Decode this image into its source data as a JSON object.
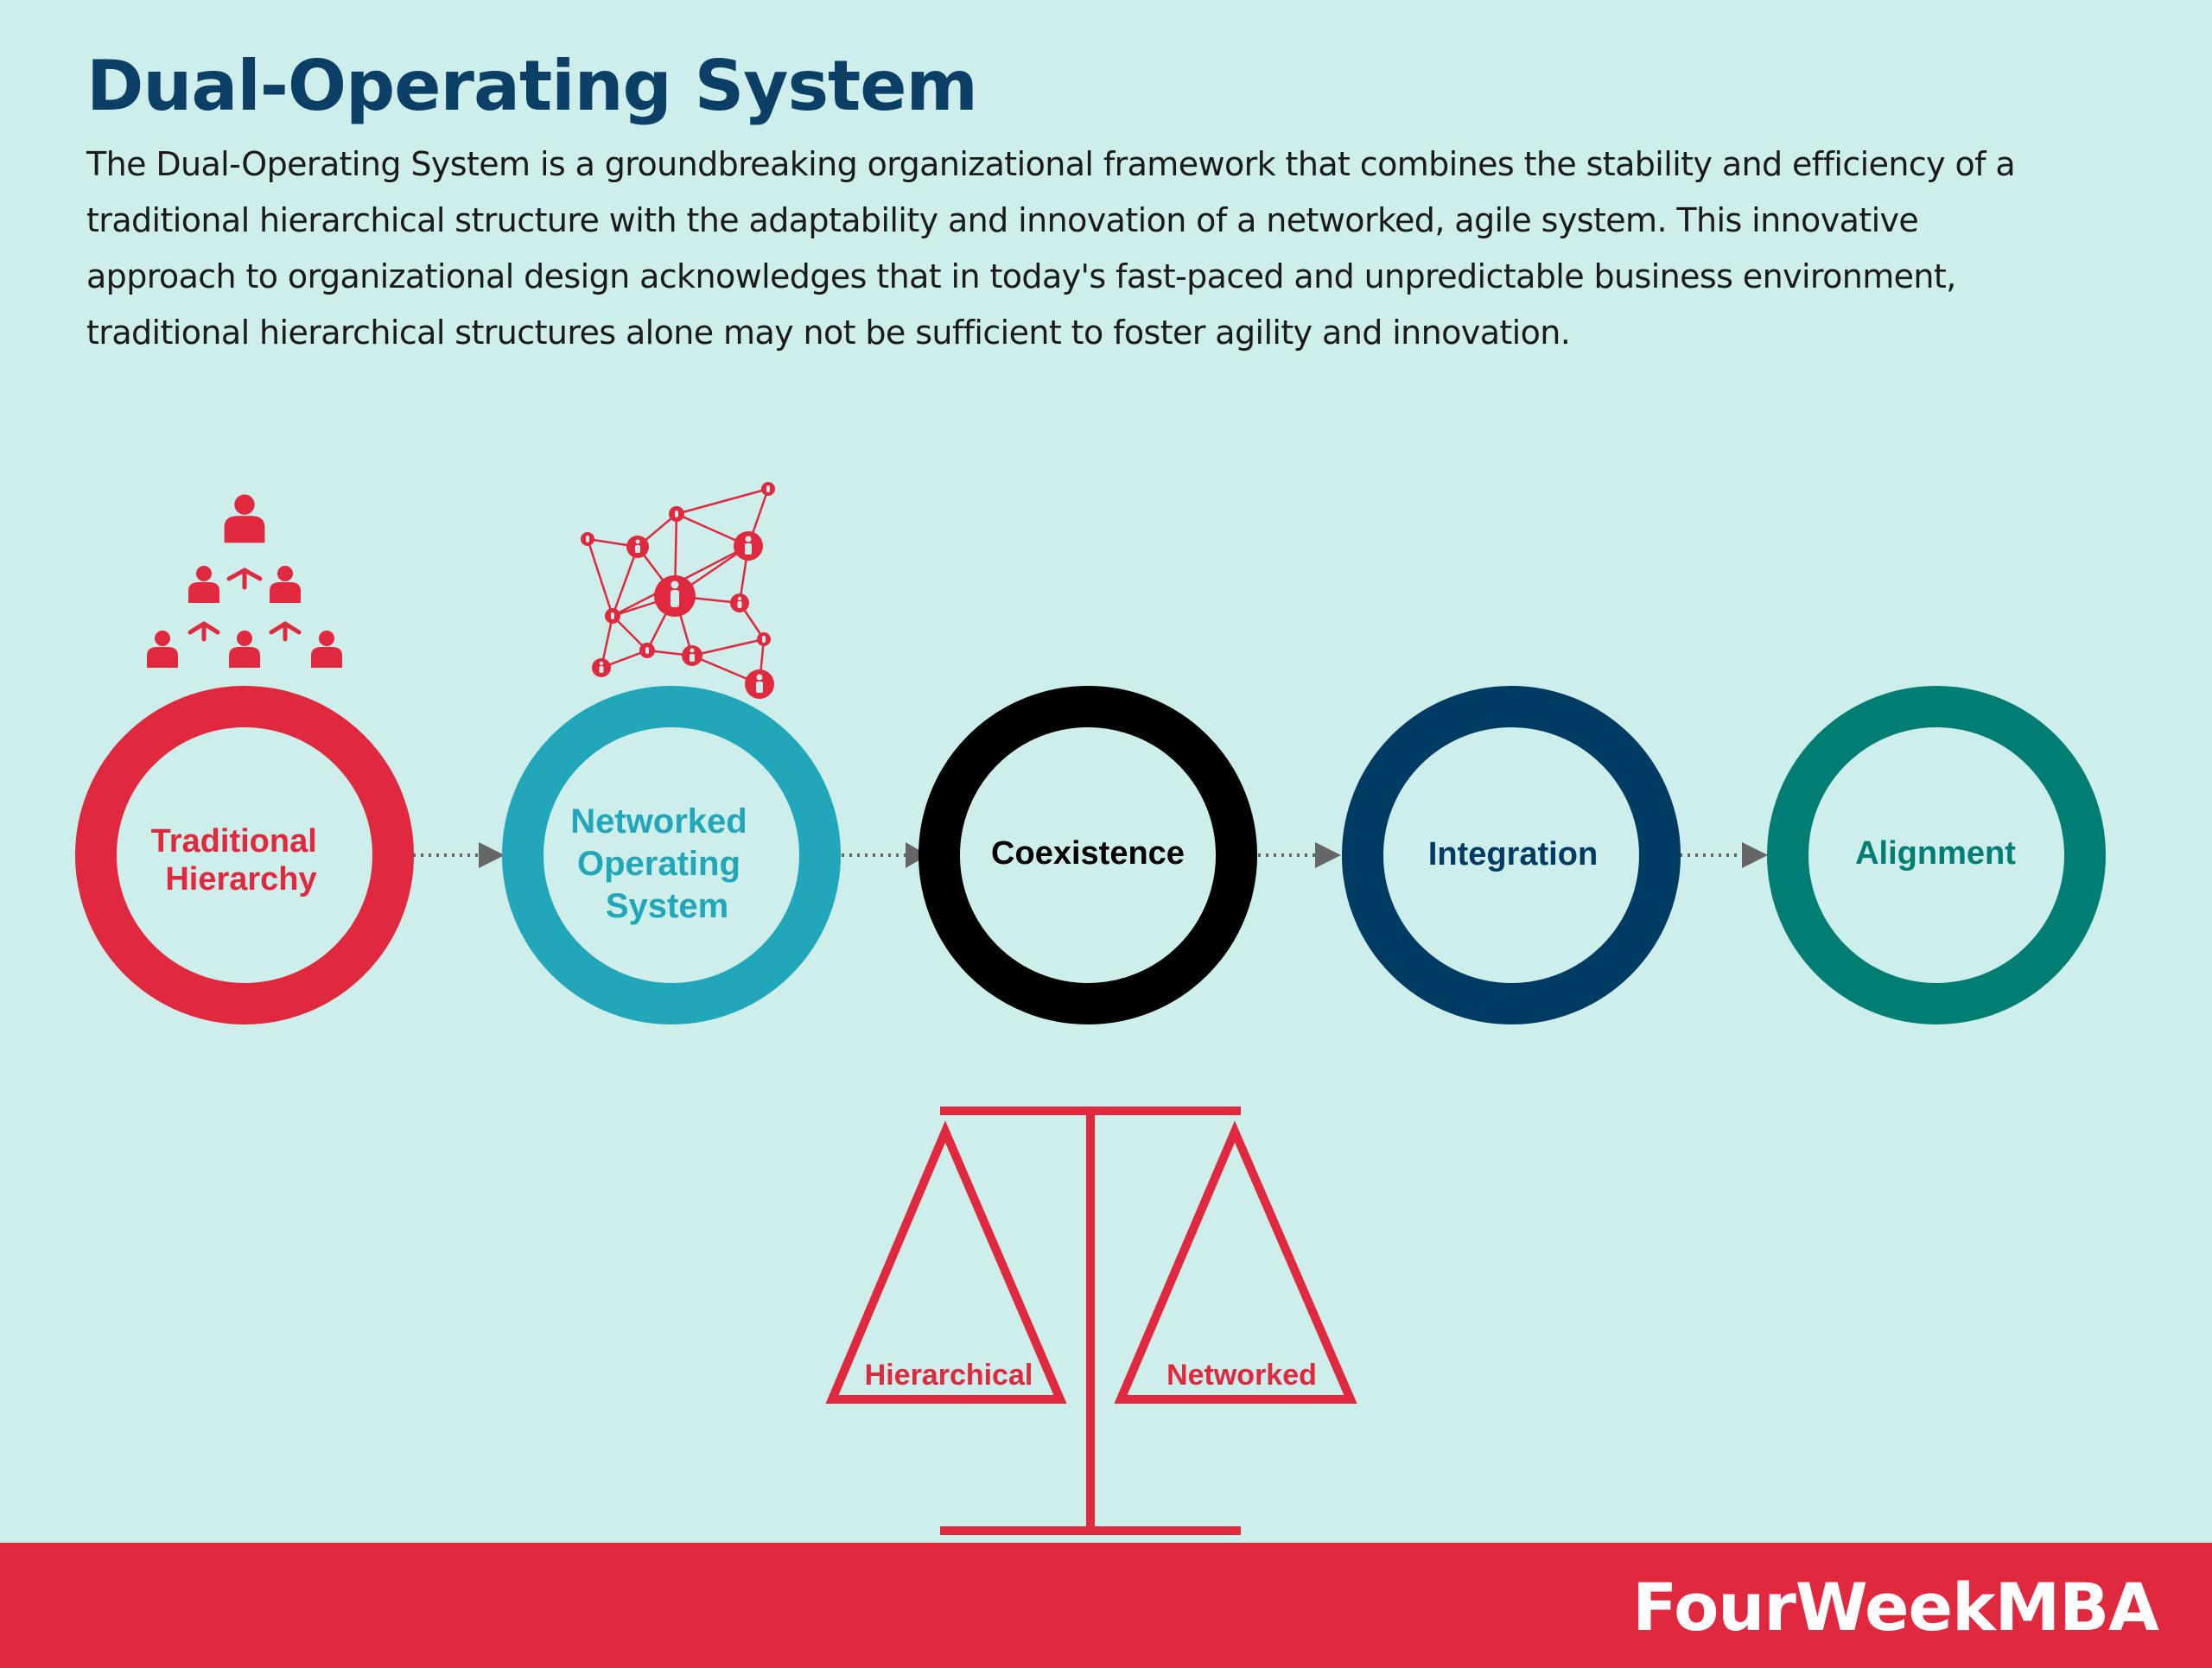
{
  "title": "Dual-Operating System",
  "intro": "The Dual-Operating System is a groundbreaking organizational framework that combines the stability and efficiency of a traditional hierarchical structure with the adaptability and innovation of a networked, agile system. This innovative approach to organizational design acknowledges that in today's fast-paced and unpredictable business environment, traditional hierarchical structures alone may not be sufficient to foster agility and innovation.",
  "stages": [
    {
      "lines": [
        "Traditional",
        "Hierarchy"
      ],
      "ring_color": "#e0283e",
      "text_color": "#e0283e"
    },
    {
      "lines": [
        "Networked",
        "Operating",
        "System"
      ],
      "ring_color": "#21a7b9",
      "text_color": "#21a7b9"
    },
    {
      "lines": [
        "Coexistence"
      ],
      "ring_color": "#000000",
      "text_color": "#000000"
    },
    {
      "lines": [
        "Integration"
      ],
      "ring_color": "#003b64",
      "text_color": "#003b64"
    },
    {
      "lines": [
        "Alignment"
      ],
      "ring_color": "#007e74",
      "text_color": "#007e74"
    }
  ],
  "balance": {
    "left_label": "Hierarchical",
    "right_label": "Networked",
    "color": "#e0283e"
  },
  "icons": {
    "hierarchy": "people-hierarchy-icon",
    "network": "people-network-icon"
  },
  "brand": "FourWeekMBA",
  "colors": {
    "background": "#cdeeea",
    "title": "#0b3f66",
    "accent": "#e0283e",
    "arrow": "#666666"
  }
}
